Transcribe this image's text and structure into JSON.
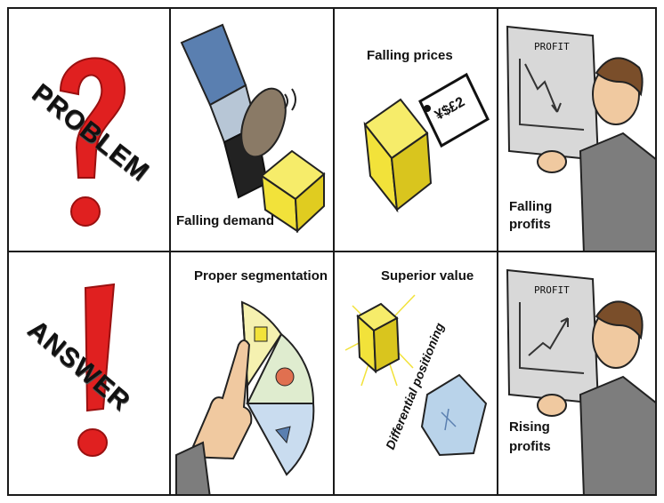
{
  "row1": {
    "c1": {
      "word": "PROBLEM"
    },
    "c2": {
      "label": "Falling demand"
    },
    "c3": {
      "label": "Falling prices",
      "tag": "¥$£2"
    },
    "c4": {
      "sign": "PROFIT",
      "label_line1": "Falling",
      "label_line2": "profits"
    }
  },
  "row2": {
    "c1": {
      "word": "ANSWER"
    },
    "c2": {
      "label": "Proper segmentation"
    },
    "c3": {
      "label": "Superior value",
      "rotated": "Differential positioning"
    },
    "c4": {
      "sign": "PROFIT",
      "label_line1": "Rising",
      "label_line2": "profits"
    }
  },
  "colors": {
    "question_red": "#e02020",
    "box_yellow": "#f2e23a",
    "pants_blue": "#5a7fb0",
    "paper_gray": "#d8d8d8",
    "suit_gray": "#7d7d7d",
    "slice_green": "#dfeccf",
    "slice_blue": "#c9dcef",
    "slice_yellow": "#f5f1b0"
  }
}
